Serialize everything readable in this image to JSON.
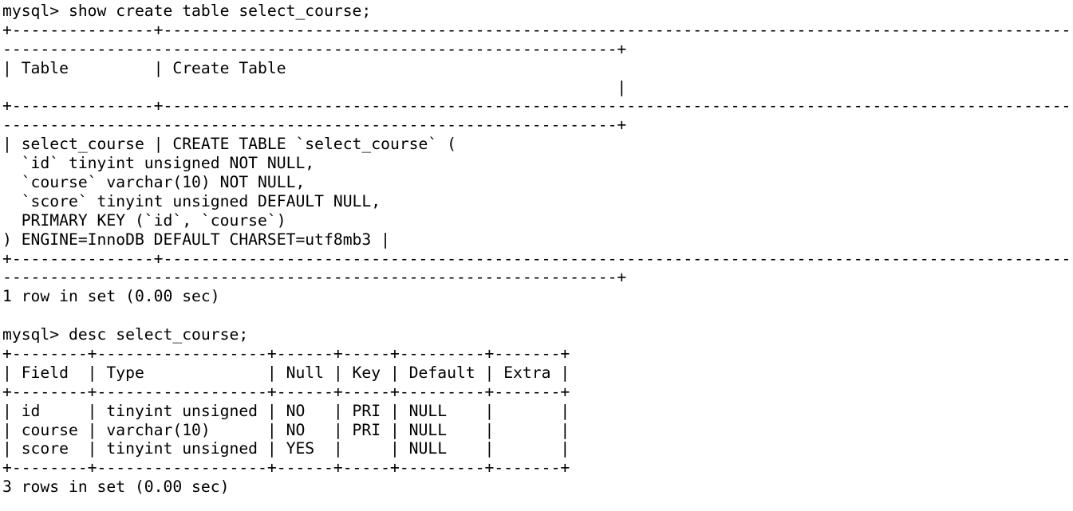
{
  "terminal": {
    "background": "#ffffff",
    "text_color": "#000000",
    "prompt": "mysql>",
    "lines": [
      "mysql> show create table select_course;",
      "+---------------+------------------------------------------------------------------------------------------------",
      "-----------------------------------------------------------------+",
      "| Table         | Create Table",
      "                                                                 |",
      "+---------------+------------------------------------------------------------------------------------------------",
      "-----------------------------------------------------------------+",
      "| select_course | CREATE TABLE `select_course` (",
      "  `id` tinyint unsigned NOT NULL,",
      "  `course` varchar(10) NOT NULL,",
      "  `score` tinyint unsigned DEFAULT NULL,",
      "  PRIMARY KEY (`id`, `course`)",
      ") ENGINE=InnoDB DEFAULT CHARSET=utf8mb3 |",
      "+---------------+------------------------------------------------------------------------------------------------",
      "-----------------------------------------------------------------+",
      "1 row in set (0.00 sec)",
      "",
      "mysql> desc select_course;",
      "+--------+------------------+------+-----+---------+-------+",
      "| Field  | Type             | Null | Key | Default | Extra |",
      "+--------+------------------+------+-----+---------+-------+",
      "| id     | tinyint unsigned | NO   | PRI | NULL    |       |",
      "| course | varchar(10)      | NO   | PRI | NULL    |       |",
      "| score  | tinyint unsigned | YES  |     | NULL    |       |",
      "+--------+------------------+------+-----+---------+-------+",
      "3 rows in set (0.00 sec)"
    ],
    "session": {
      "commands": [
        {
          "input": "show create table select_course;",
          "status": "1 row in set (0.00 sec)",
          "result": {
            "columns": [
              "Table",
              "Create Table"
            ],
            "rows": [
              [
                "select_course",
                "CREATE TABLE `select_course` ( `id` tinyint unsigned NOT NULL, `course` varchar(10) NOT NULL, `score` tinyint unsigned DEFAULT NULL, PRIMARY KEY (`id`, `course`) ) ENGINE=InnoDB DEFAULT CHARSET=utf8mb3"
              ]
            ]
          }
        },
        {
          "input": "desc select_course;",
          "status": "3 rows in set (0.00 sec)",
          "result": {
            "columns": [
              "Field",
              "Type",
              "Null",
              "Key",
              "Default",
              "Extra"
            ],
            "rows": [
              [
                "id",
                "tinyint unsigned",
                "NO",
                "PRI",
                "NULL",
                ""
              ],
              [
                "course",
                "varchar(10)",
                "NO",
                "PRI",
                "NULL",
                ""
              ],
              [
                "score",
                "tinyint unsigned",
                "YES",
                "",
                "NULL",
                ""
              ]
            ]
          }
        }
      ]
    }
  }
}
